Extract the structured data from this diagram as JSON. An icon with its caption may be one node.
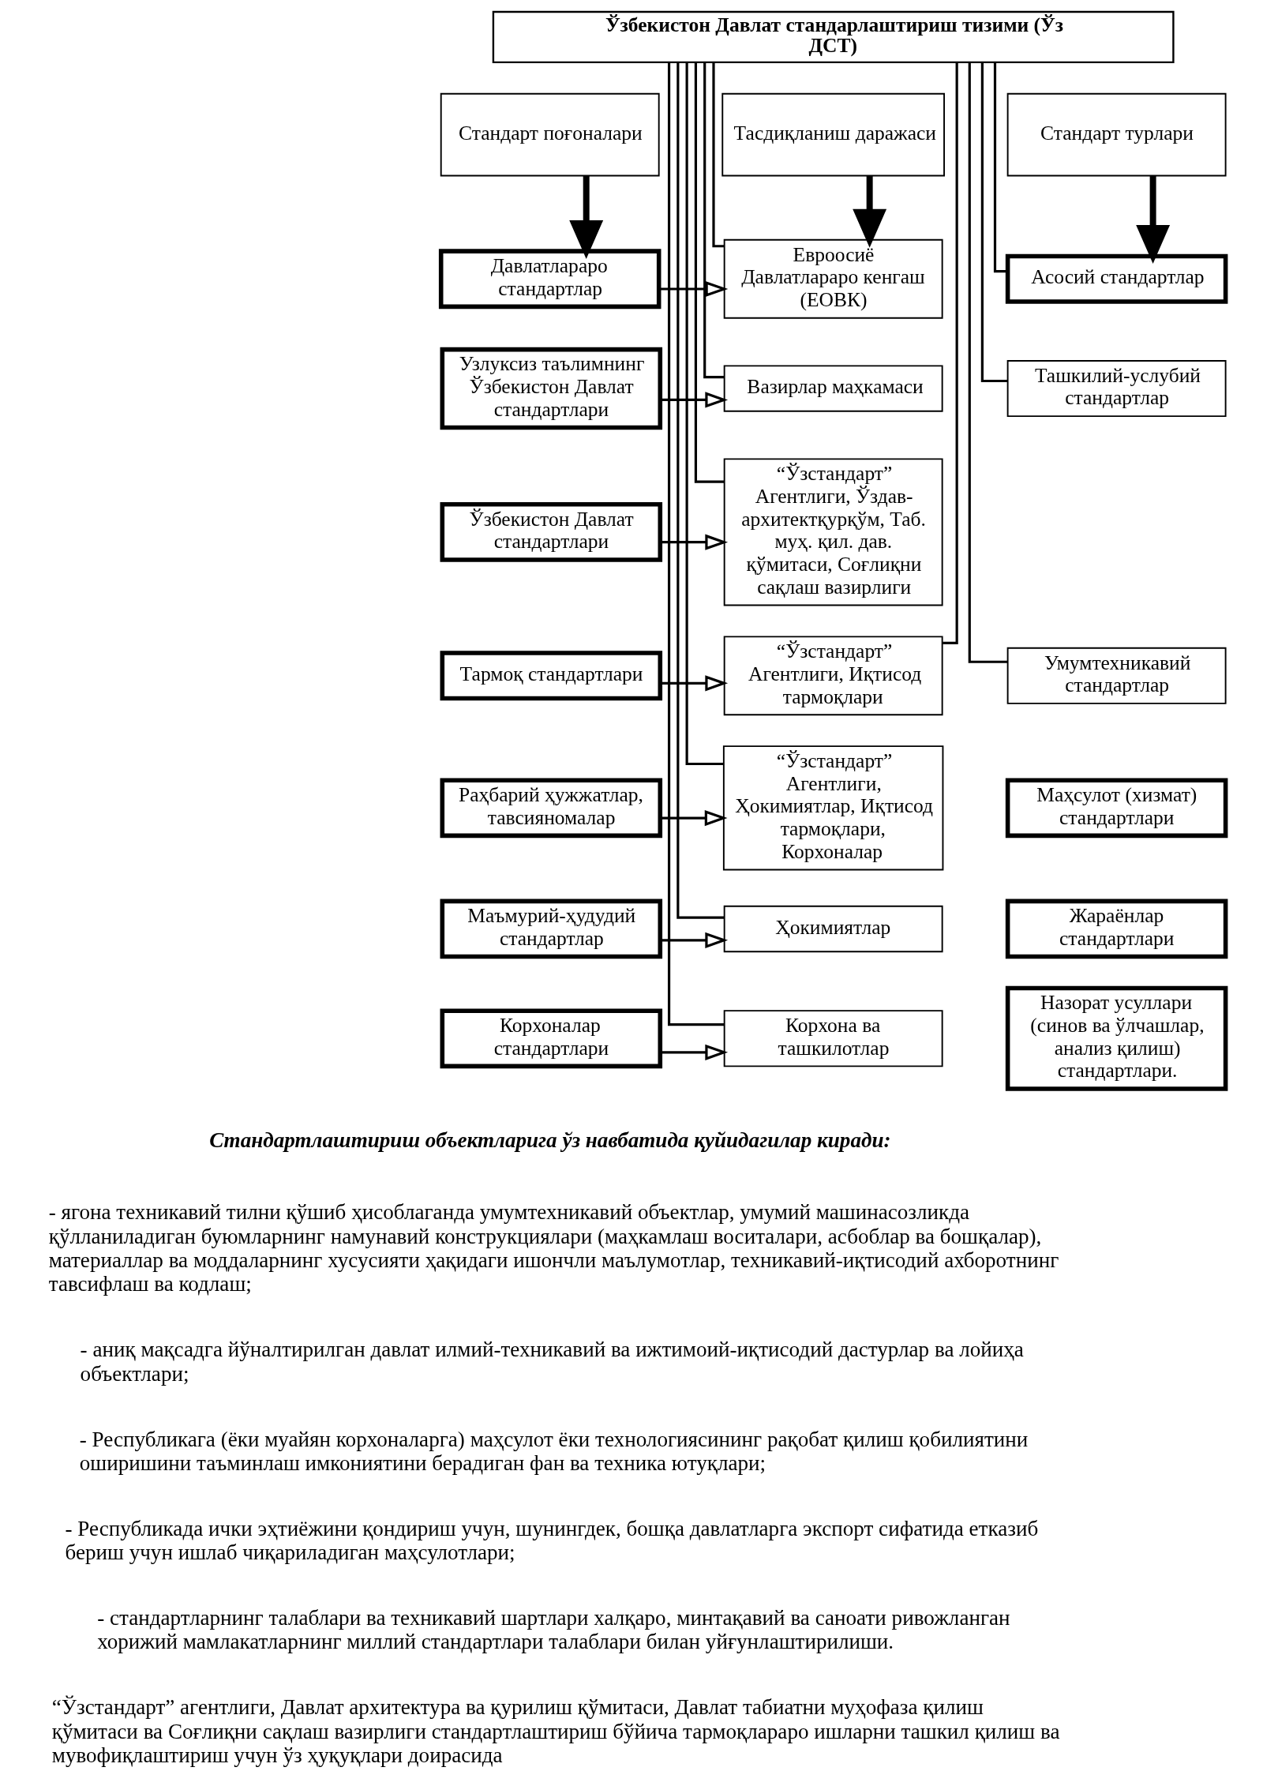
{
  "diagram": {
    "nodes": [
      {
        "text": [
          "Ўзбекистон Давлат стандарлаштириш тизими (Ўз ДСТ)"
        ]
      },
      {
        "text": [
          "Стандарт поғоналари"
        ]
      },
      {
        "text": [
          "Тасдиқланиш даражаси"
        ]
      },
      {
        "text": [
          "Стандарт турлари"
        ]
      },
      {
        "text": [
          "Давлатлараро стандартлар"
        ]
      },
      {
        "text": [
          "Узлуксиз таълимнинг Ўзбекистон Давлат стандартлари"
        ]
      },
      {
        "text": [
          "Ўзбекистон Давлат стандартлари"
        ]
      },
      {
        "text": [
          "Тармоқ стандартлари"
        ]
      },
      {
        "text": [
          "Раҳбарий ҳужжатлар, тавсияномалар"
        ]
      },
      {
        "text": [
          "Маъмурий-ҳудудий стандартлар"
        ]
      },
      {
        "text": [
          "Корхоналар стандартлари"
        ]
      },
      {
        "text": [
          "Евроосиё Давлатлараро кенгаш  (ЕОВК)"
        ]
      },
      {
        "text": [
          "Вазирлар маҳкамаси"
        ]
      },
      {
        "text": [
          "“Ўзстандарт” Агентлиги, Ўздав-архитектқурқўм, Таб. муҳ. қил. дав. қўмитаси, Соғлиқни сақлаш вазирлиги"
        ]
      },
      {
        "text": [
          "“Ўзстандарт” Агентлиги, Иқтисод тармоқлари"
        ]
      },
      {
        "text": [
          "“Ўзстандарт” Агентлиги, Ҳокимиятлар, Иқтисод тармоқлари, Корхоналар"
        ]
      },
      {
        "text": [
          "Ҳокимиятлар"
        ]
      },
      {
        "text": [
          "Корхона ва ташкилотлар"
        ]
      },
      {
        "text": [
          "Асосий стандартлар"
        ]
      },
      {
        "text": [
          "Ташкилий-услубий стандартлар"
        ]
      },
      {
        "text": [
          "Умумтехникавий стандартлар"
        ]
      },
      {
        "text": [
          "Маҳсулот (хизмат) стандартлари"
        ]
      },
      {
        "text": [
          "Жараёнлар стандартлари"
        ]
      },
      {
        "text": [
          "Назорат усуллари (синов ва ўлчашлар, анализ қилиш) стандартлари."
        ]
      }
    ],
    "edges": [
      {
        "from": 1,
        "to": 4,
        "arrow": "to",
        "style": "thick"
      },
      {
        "from": 2,
        "to": 11,
        "arrow": "to",
        "style": "thick"
      },
      {
        "from": 3,
        "to": 18,
        "arrow": "to",
        "style": "thick"
      },
      {
        "from": 4,
        "to": 11,
        "arrow": "to"
      },
      {
        "from": 5,
        "to": 12,
        "arrow": "to"
      },
      {
        "from": 6,
        "to": 13,
        "arrow": "to"
      },
      {
        "from": 7,
        "to": 14,
        "arrow": "to"
      },
      {
        "from": 8,
        "to": 15,
        "arrow": "to"
      },
      {
        "from": 9,
        "to": 16,
        "arrow": "to"
      },
      {
        "from": 10,
        "to": 17,
        "arrow": "to"
      },
      {
        "from": 0,
        "to": 11,
        "arrow": "none"
      },
      {
        "from": 0,
        "to": 12,
        "arrow": "none"
      },
      {
        "from": 0,
        "to": 13,
        "arrow": "none"
      },
      {
        "from": 0,
        "to": 14,
        "arrow": "none"
      },
      {
        "from": 0,
        "to": 15,
        "arrow": "none"
      },
      {
        "from": 0,
        "to": 16,
        "arrow": "none"
      },
      {
        "from": 0,
        "to": 17,
        "arrow": "none"
      },
      {
        "from": 0,
        "to": 18,
        "arrow": "none"
      },
      {
        "from": 0,
        "to": 19,
        "arrow": "none"
      },
      {
        "from": 0,
        "to": 20,
        "arrow": "none"
      }
    ],
    "labels": [
      "Стандартлаштириш объектларига ўз навбатида қуйидагилар киради:",
      "- ягона техникавий тилни қўшиб ҳисоблаганда умумтехникавий объектлар, умумий машинасозликда қўлланиладиган буюмларнинг намунавий конструкциялари (маҳкамлаш воситалари, асбоблар ва бошқалар), материаллар ва моддаларнинг хусусияти ҳақидаги ишончли маълумотлар, техникавий-иқтисодий ахборотнинг тавсифлаш ва кодлаш;",
      "- аниқ мақсадга йўналтирилган давлат илмий-техникавий ва ижтимоий-иқтисодий дастурлар ва лойиҳа объектлари;",
      "- Республикага (ёки муайян корхоналарга) маҳсулот ёки технологиясининг рақобат қилиш қобилиятини оширишини таъминлаш имкониятини берадиган фан ва техника ютуқлари;",
      "- Республикада ички эҳтиёжини қондириш учун, шунингдек, бошқа давлатларга экспорт сифатида етказиб бериш учун ишлаб чиқариладиган маҳсулотлари;",
      "- стандартларнинг талаблари ва техникавий шартлари халқаро, минтақавий ва саноати ривожланган хорижий мамлакатларнинг миллий стандартлари талаблари билан уйғунлаштирилиши.",
      "“Ўзстандарт” агентлиги, Давлат архитектура ва қурилиш қўмитаси, Давлат табиатни муҳофаза қилиш қўмитаси ва Соғлиқни сақлаш вазирлиги стандартлаштириш бўйича тармоқлараро ишларни ташкил қилиш ва мувофиқлаштириш учун ўз ҳуқуқлари доирасида"
    ]
  }
}
